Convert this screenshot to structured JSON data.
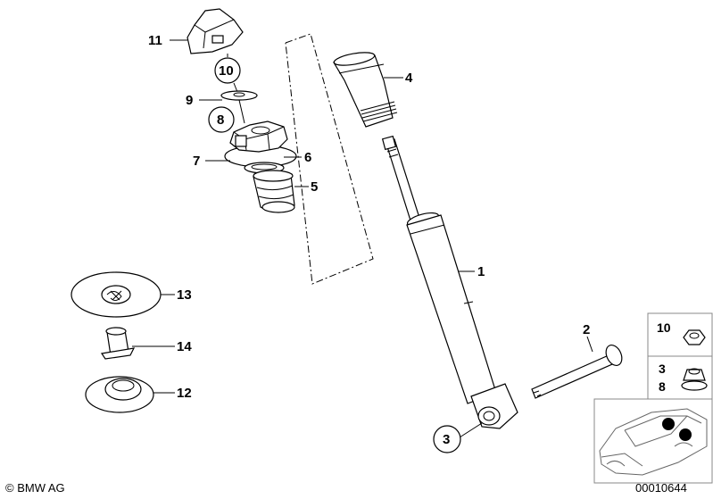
{
  "diagram": {
    "labels": {
      "shock_absorber": "1",
      "hex_bolt": "2",
      "hex_nut_circle": "3",
      "protection_tube": "4",
      "auxiliary_spring": "5",
      "support_disc": "6",
      "support_bearing": "7",
      "hex_nut_bearing": "8",
      "washer": "9",
      "self_locking_nut_top": "10",
      "cap": "11",
      "cover_disc": "12",
      "cover_plate": "13",
      "bush": "14"
    },
    "legend": {
      "nut_single_label": "10",
      "nut_pair_label_a": "3",
      "nut_pair_label_b": "8"
    },
    "footer": {
      "copyright": "© BMW AG",
      "image_number": "00010644"
    }
  }
}
